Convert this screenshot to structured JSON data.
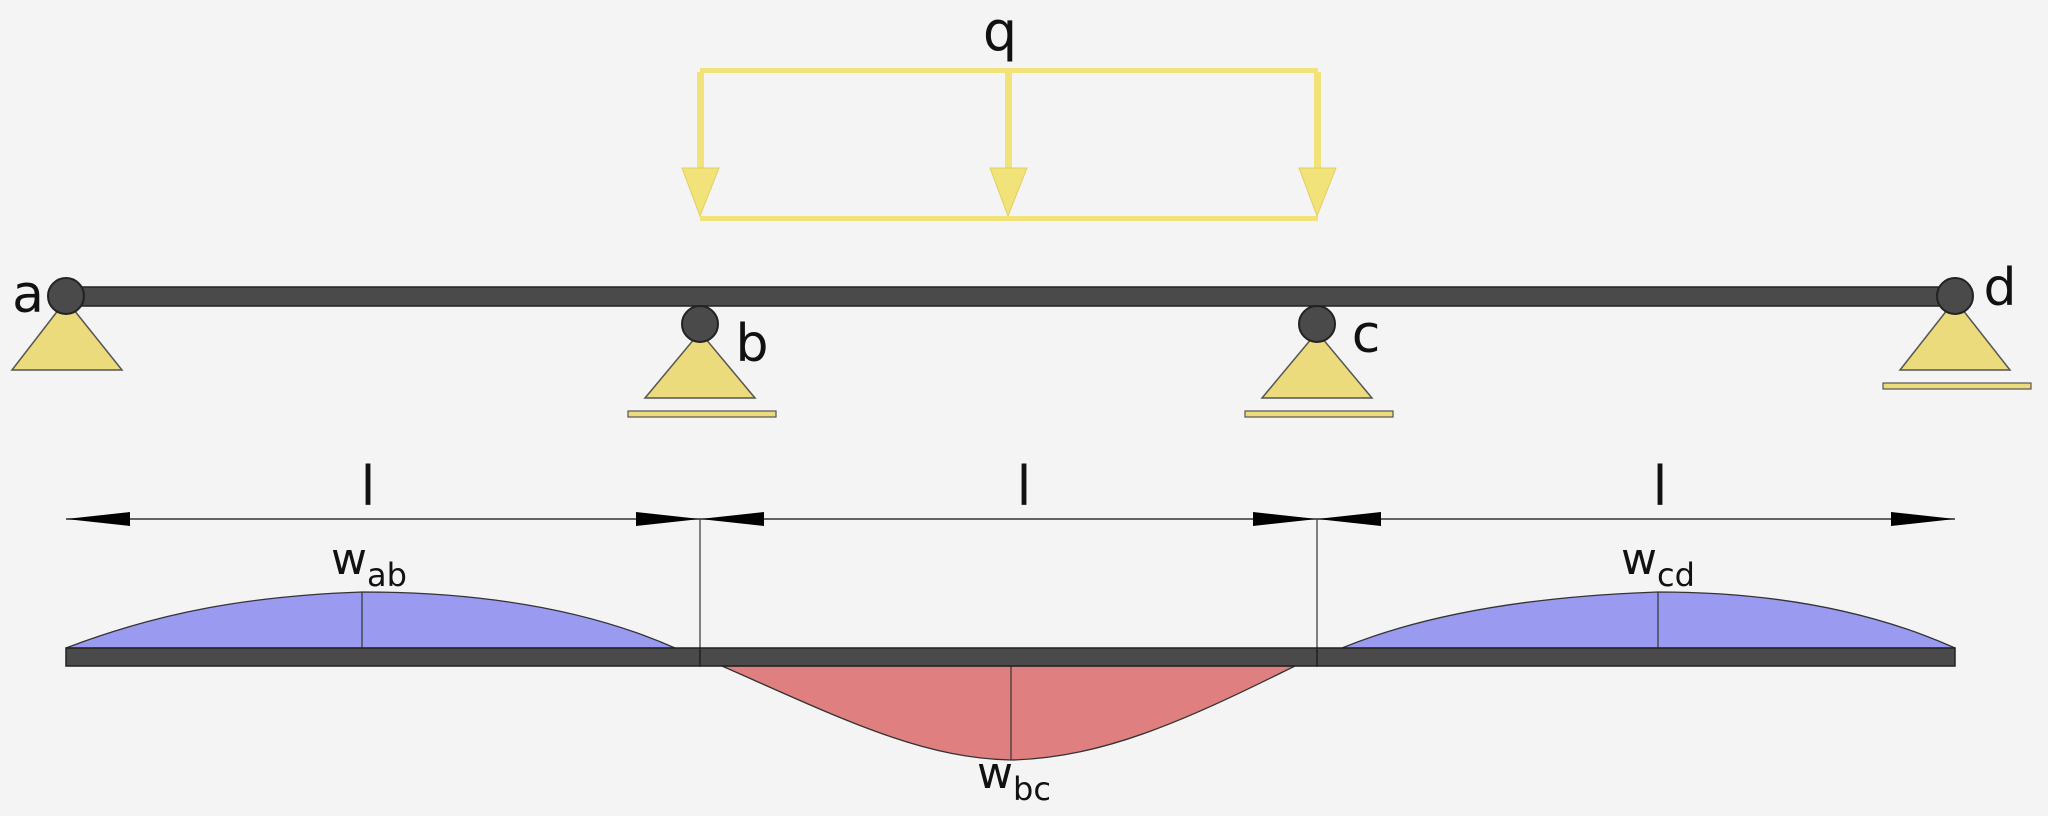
{
  "load": {
    "label": "q"
  },
  "supports": {
    "a": {
      "label": "a"
    },
    "b": {
      "label": "b"
    },
    "c": {
      "label": "c"
    },
    "d": {
      "label": "d"
    }
  },
  "spans": [
    {
      "label": "l"
    },
    {
      "label": "l"
    },
    {
      "label": "l"
    }
  ],
  "deflections": {
    "ab": {
      "base": "w",
      "sub": "ab"
    },
    "bc": {
      "base": "w",
      "sub": "bc"
    },
    "cd": {
      "base": "w",
      "sub": "cd"
    }
  },
  "colors": {
    "load": "#f2e27a",
    "support": "#ecdb7c",
    "beam": "#4a4a4a",
    "upward_deflection": "#9a9af0",
    "downward_deflection": "#e07f7f"
  }
}
